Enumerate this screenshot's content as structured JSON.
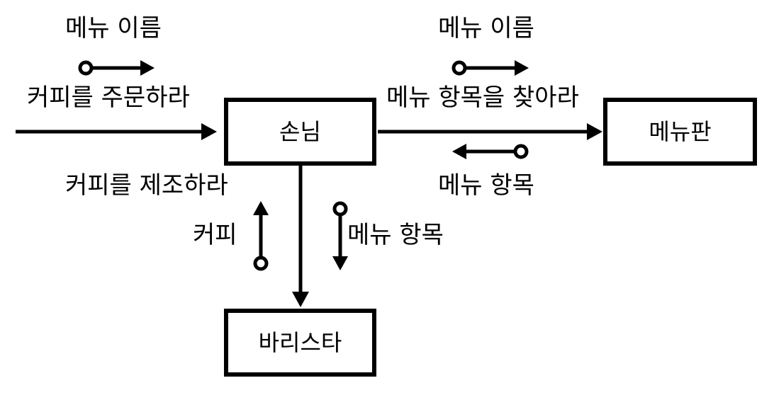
{
  "objects": {
    "customer": "손님",
    "menu_board": "메뉴판",
    "barista": "바리스타"
  },
  "messages": {
    "order_coffee": "커피를 주문하라",
    "find_menu_item": "메뉴 항목을 찾아라",
    "make_coffee": "커피를 제조하라"
  },
  "params": {
    "menu_name_left": "메뉴 이름",
    "menu_name_right": "메뉴 이름",
    "menu_item_return": "메뉴 항목",
    "coffee_return": "커피",
    "menu_item_param": "메뉴 항목"
  },
  "colors": {
    "stroke": "#000000",
    "background": "#ffffff"
  }
}
